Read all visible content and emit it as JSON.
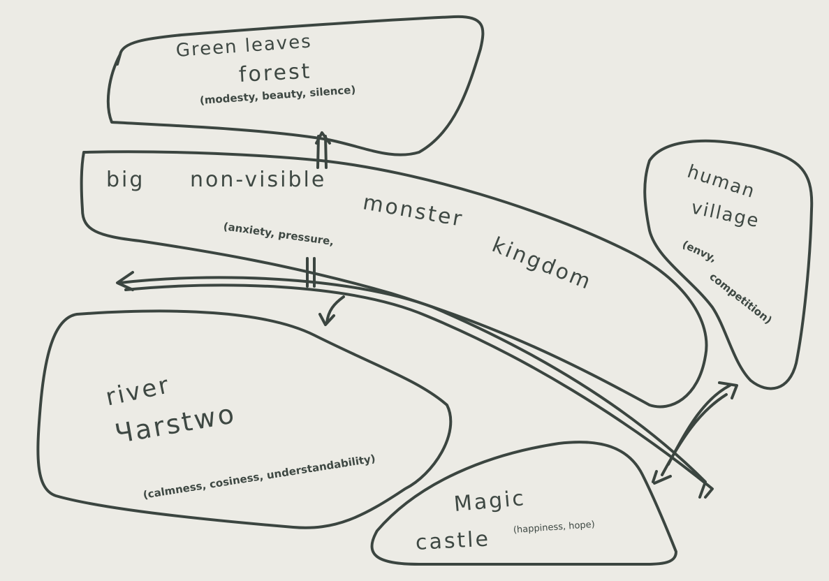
{
  "colors": {
    "paper": "#ecebe5",
    "ink": "#3b4540"
  },
  "regions": {
    "forest": {
      "title1": "Green leaves",
      "title2": "forest",
      "traits": "(modesty, beauty, silence)"
    },
    "monster_kingdom": {
      "word1": "big",
      "word2": "non-visible",
      "word3": "monster",
      "word4": "kingdom",
      "traits": "(anxiety, pressure,"
    },
    "village": {
      "title1": "human",
      "title2": "village",
      "traits1": "(envy,",
      "traits2": "competition)"
    },
    "river": {
      "title1": "river",
      "title2": "Чarstwo",
      "traits": "(calmness, cosiness, understandability)"
    },
    "castle": {
      "title1": "Magic",
      "title2": "castle",
      "traits": "(happiness, hope)"
    }
  }
}
